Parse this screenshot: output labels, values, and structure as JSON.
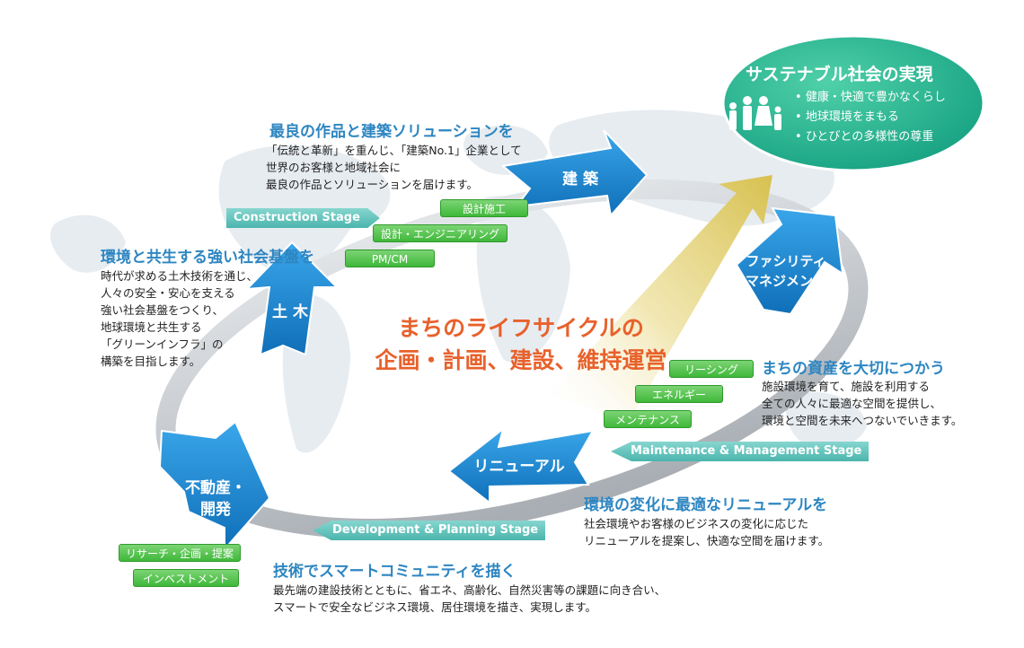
{
  "goal": {
    "title": "サステナブル社会の実現",
    "items": [
      "健康・快適で豊かなくらし",
      "地球環境をまもる",
      "ひとびとの多様性の尊重"
    ]
  },
  "center": {
    "line1": "まちのライフサイクルの",
    "line2": "企画・計画、建設、維持運営"
  },
  "phases": {
    "architecture": "建 築",
    "civil": "土 木",
    "facility_line1": "ファシリティ",
    "facility_line2": "マネジメント",
    "renewal": "リニューアル",
    "realestate_line1": "不動産・",
    "realestate_line2": "開発"
  },
  "stages": {
    "construction": "Construction Stage",
    "maintenance": "Maintenance & Management Stage",
    "development": "Development & Planning Stage"
  },
  "pills": {
    "design_build": "設計施工",
    "engineering": "設計・エンジニアリング",
    "pmcm": "PM/CM",
    "leasing": "リーシング",
    "energy": "エネルギー",
    "maintenance": "メンテナンス",
    "research": "リサーチ・企画・提案",
    "investment": "インベストメント"
  },
  "sections": {
    "architecture": {
      "heading": "最良の作品と建築ソリューションを",
      "body": "「伝統と革新」を重んじ、「建築No.1」企業として\n世界のお客様と地域社会に\n最良の作品とソリューションを届けます。"
    },
    "civil": {
      "heading": "環境と共生する強い社会基盤を",
      "body": "時代が求める土木技術を通じ、\n人々の安全・安心を支える\n強い社会基盤をつくり、\n地球環境と共生する\n「グリーンインフラ」の\n構築を目指します。"
    },
    "facility": {
      "heading": "まちの資産を大切につかう",
      "body": "施設環境を育て、施設を利用する\n全ての人々に最適な空間を提供し、\n環境と空間を未来へつないでいきます。"
    },
    "renewal": {
      "heading": "環境の変化に最適なリニューアルを",
      "body": "社会環境やお客様のビジネスの変化に応じた\nリニューアルを提案し、快適な空間を届けます。"
    },
    "development": {
      "heading": "技術でスマートコミュニティを描く",
      "body": "最先端の建設技術とともに、省エネ、高齢化、自然災害等の課題に向き合い、\nスマートで安全なビジネス環境、居住環境を描き、実現します。"
    }
  },
  "colors": {
    "heading_blue": "#2e86c1",
    "arrow_blue": "#1a8ad6",
    "pill_green": "#4cbb44",
    "stage_teal": "#5fbfb7",
    "goal_teal": "#1fae8e",
    "center_orange": "#e8612c",
    "beam_yellow": "#e9d77e"
  }
}
